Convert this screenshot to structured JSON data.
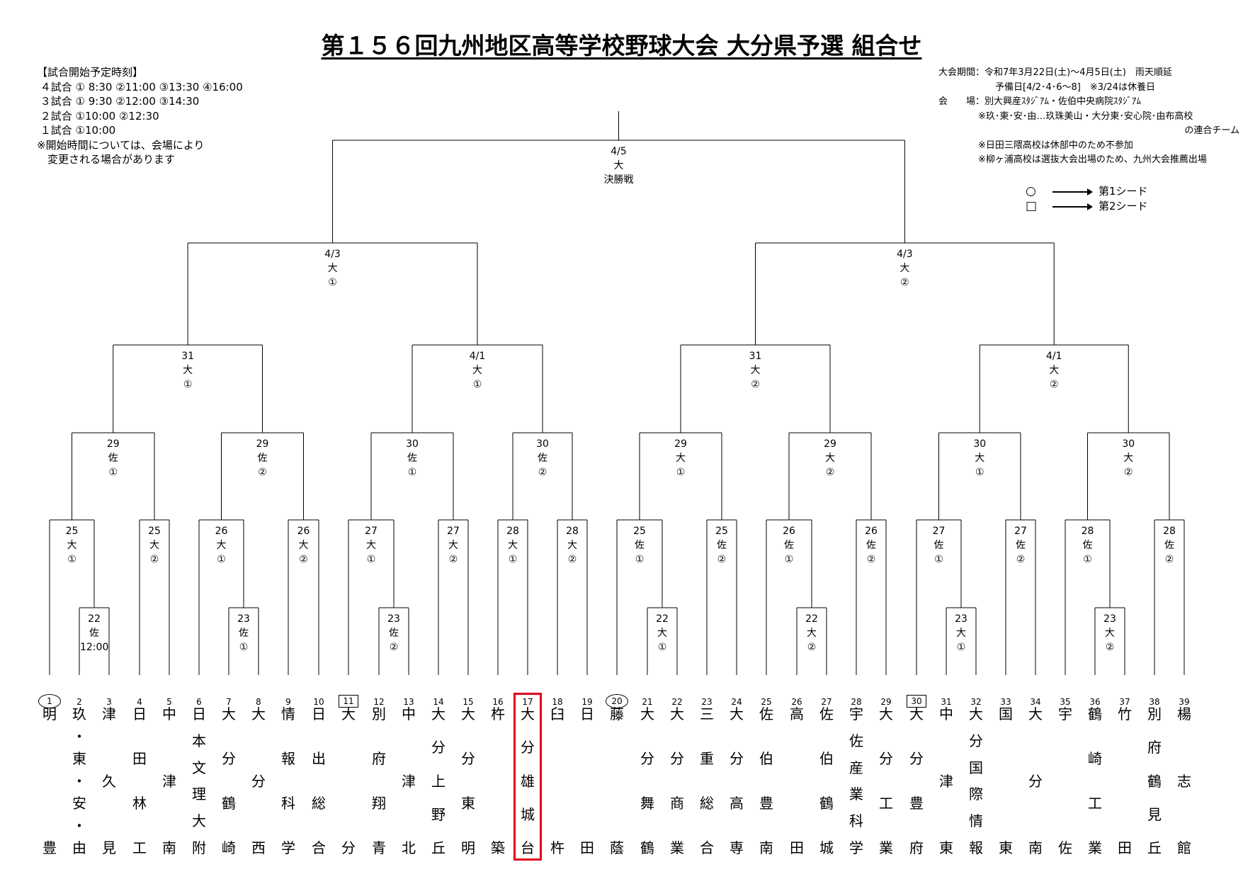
{
  "title": "第１５６回九州地区高等学校野球大会 大分県予選 組合せ",
  "schedule": [
    "【試合開始予定時刻】",
    " ４試合 ① 8:30 ②11:00 ③13:30 ④16:00",
    " ３試合 ① 9:30 ②12:00 ③14:30",
    " ２試合 ①10:00 ②12:30",
    " １試合 ①10:00",
    "※開始時間については、会場により",
    "　変更される場合があります"
  ],
  "info": [
    "大会期間：令和7年3月22日(土)～4月5日(土)　雨天順延",
    "予備日[4/2･4･6～8]　※3/24は休養日",
    "会　　場：別大興産ｽﾀｼﾞｱﾑ・佐伯中央病院ｽﾀｼﾞｱﾑ",
    "※玖･東･安･由…玖珠美山・大分東･安心院･由布高校",
    "の連合チーム",
    "※日田三隈高校は休部中のため不参加",
    "※柳ヶ浦高校は選抜大会出場のため、九州大会推薦出場"
  ],
  "legend": [
    {
      "sym": "○",
      "label": "第1シード"
    },
    {
      "sym": "□",
      "label": "第2シード"
    }
  ],
  "teams": [
    {
      "no": "1",
      "mark": "circle",
      "chars": [
        "明",
        "豊"
      ]
    },
    {
      "no": "2",
      "chars": [
        "玖",
        "・",
        "東",
        "・",
        "安",
        "・",
        "由"
      ]
    },
    {
      "no": "3",
      "chars": [
        "津",
        "久",
        "見"
      ]
    },
    {
      "no": "4",
      "chars": [
        "日",
        "田",
        "林",
        "工"
      ]
    },
    {
      "no": "5",
      "chars": [
        "中",
        "津",
        "南"
      ]
    },
    {
      "no": "6",
      "chars": [
        "日",
        "本",
        "文",
        "理",
        "大",
        "附"
      ]
    },
    {
      "no": "7",
      "chars": [
        "大",
        "分",
        "鶴",
        "崎"
      ]
    },
    {
      "no": "8",
      "chars": [
        "大",
        "分",
        "西"
      ]
    },
    {
      "no": "9",
      "chars": [
        "情",
        "報",
        "科",
        "学"
      ]
    },
    {
      "no": "10",
      "chars": [
        "日",
        "出",
        "総",
        "合"
      ]
    },
    {
      "no": "11",
      "mark": "box",
      "chars": [
        "大",
        "分"
      ]
    },
    {
      "no": "12",
      "chars": [
        "別",
        "府",
        "翔",
        "青"
      ]
    },
    {
      "no": "13",
      "chars": [
        "中",
        "津",
        "北"
      ]
    },
    {
      "no": "14",
      "chars": [
        "大",
        "分",
        "上",
        "野",
        "丘"
      ]
    },
    {
      "no": "15",
      "chars": [
        "大",
        "分",
        "東",
        "明"
      ]
    },
    {
      "no": "16",
      "chars": [
        "杵",
        "築"
      ]
    },
    {
      "no": "17",
      "chars": [
        "大",
        "分",
        "雄",
        "城",
        "台"
      ]
    },
    {
      "no": "18",
      "chars": [
        "臼",
        "杵"
      ]
    },
    {
      "no": "19",
      "chars": [
        "日",
        "田"
      ]
    },
    {
      "no": "20",
      "mark": "circle",
      "chars": [
        "藤",
        "蔭"
      ]
    },
    {
      "no": "21",
      "chars": [
        "大",
        "分",
        "舞",
        "鶴"
      ]
    },
    {
      "no": "22",
      "chars": [
        "大",
        "分",
        "商",
        "業"
      ]
    },
    {
      "no": "23",
      "chars": [
        "三",
        "重",
        "総",
        "合"
      ]
    },
    {
      "no": "24",
      "chars": [
        "大",
        "分",
        "高",
        "専"
      ]
    },
    {
      "no": "25",
      "chars": [
        "佐",
        "伯",
        "豊",
        "南"
      ]
    },
    {
      "no": "26",
      "chars": [
        "高",
        "田"
      ]
    },
    {
      "no": "27",
      "chars": [
        "佐",
        "伯",
        "鶴",
        "城"
      ]
    },
    {
      "no": "28",
      "chars": [
        "宇",
        "佐",
        "産",
        "業",
        "科",
        "学"
      ]
    },
    {
      "no": "29",
      "chars": [
        "大",
        "分",
        "工",
        "業"
      ]
    },
    {
      "no": "30",
      "mark": "box",
      "chars": [
        "大",
        "分",
        "豊",
        "府"
      ]
    },
    {
      "no": "31",
      "chars": [
        "中",
        "津",
        "東"
      ]
    },
    {
      "no": "32",
      "chars": [
        "大",
        "分",
        "国",
        "際",
        "情",
        "報"
      ]
    },
    {
      "no": "33",
      "chars": [
        "国",
        "東"
      ]
    },
    {
      "no": "34",
      "chars": [
        "大",
        "分",
        "南"
      ]
    },
    {
      "no": "35",
      "chars": [
        "宇",
        "佐"
      ]
    },
    {
      "no": "36",
      "chars": [
        "鶴",
        "崎",
        "工",
        "業"
      ]
    },
    {
      "no": "37",
      "chars": [
        "竹",
        "田"
      ]
    },
    {
      "no": "38",
      "chars": [
        "別",
        "府",
        "鶴",
        "見",
        "丘"
      ]
    },
    {
      "no": "39",
      "chars": [
        "楊",
        "志",
        "館"
      ]
    }
  ],
  "matches": {
    "final": [
      "4/5",
      "大",
      "決勝戦"
    ],
    "sf1": [
      "4/3",
      "大",
      "①"
    ],
    "sf2": [
      "4/3",
      "大",
      "②"
    ],
    "qf1": [
      "31",
      "大",
      "①"
    ],
    "qf2": [
      "4/1",
      "大",
      "①"
    ],
    "qf3": [
      "31",
      "大",
      "②"
    ],
    "qf4": [
      "4/1",
      "大",
      "②"
    ],
    "r16_1": [
      "29",
      "佐",
      "①"
    ],
    "r16_2": [
      "29",
      "佐",
      "②"
    ],
    "r16_3": [
      "30",
      "佐",
      "①"
    ],
    "r16_4": [
      "30",
      "佐",
      "②"
    ],
    "r16_5": [
      "29",
      "大",
      "①"
    ],
    "r16_6": [
      "29",
      "大",
      "②"
    ],
    "r16_7": [
      "30",
      "大",
      "①"
    ],
    "r16_8": [
      "30",
      "大",
      "②"
    ],
    "r2_1": [
      "25",
      "大",
      "①"
    ],
    "r2_2": [
      "25",
      "大",
      "②"
    ],
    "r2_3": [
      "26",
      "大",
      "①"
    ],
    "r2_4": [
      "26",
      "大",
      "②"
    ],
    "r2_5": [
      "27",
      "大",
      "①"
    ],
    "r2_6": [
      "27",
      "大",
      "②"
    ],
    "r2_7": [
      "28",
      "大",
      "①"
    ],
    "r2_8": [
      "28",
      "大",
      "②"
    ],
    "r2_9": [
      "25",
      "佐",
      "①"
    ],
    "r2_10": [
      "25",
      "佐",
      "②"
    ],
    "r2_11": [
      "26",
      "佐",
      "①"
    ],
    "r2_12": [
      "26",
      "佐",
      "②"
    ],
    "r2_13": [
      "27",
      "佐",
      "①"
    ],
    "r2_14": [
      "27",
      "佐",
      "②"
    ],
    "r2_15": [
      "28",
      "佐",
      "①"
    ],
    "r2_16": [
      "28",
      "佐",
      "②"
    ],
    "r1_1": [
      "22",
      "佐",
      "12:00"
    ],
    "r1_2": [
      "23",
      "佐",
      "①"
    ],
    "r1_3": [
      "23",
      "佐",
      "②"
    ],
    "r1_4": [
      "22",
      "大",
      "①"
    ],
    "r1_5": [
      "22",
      "大",
      "②"
    ],
    "r1_6": [
      "23",
      "大",
      "①"
    ],
    "r1_7": [
      "23",
      "大",
      "②"
    ]
  }
}
